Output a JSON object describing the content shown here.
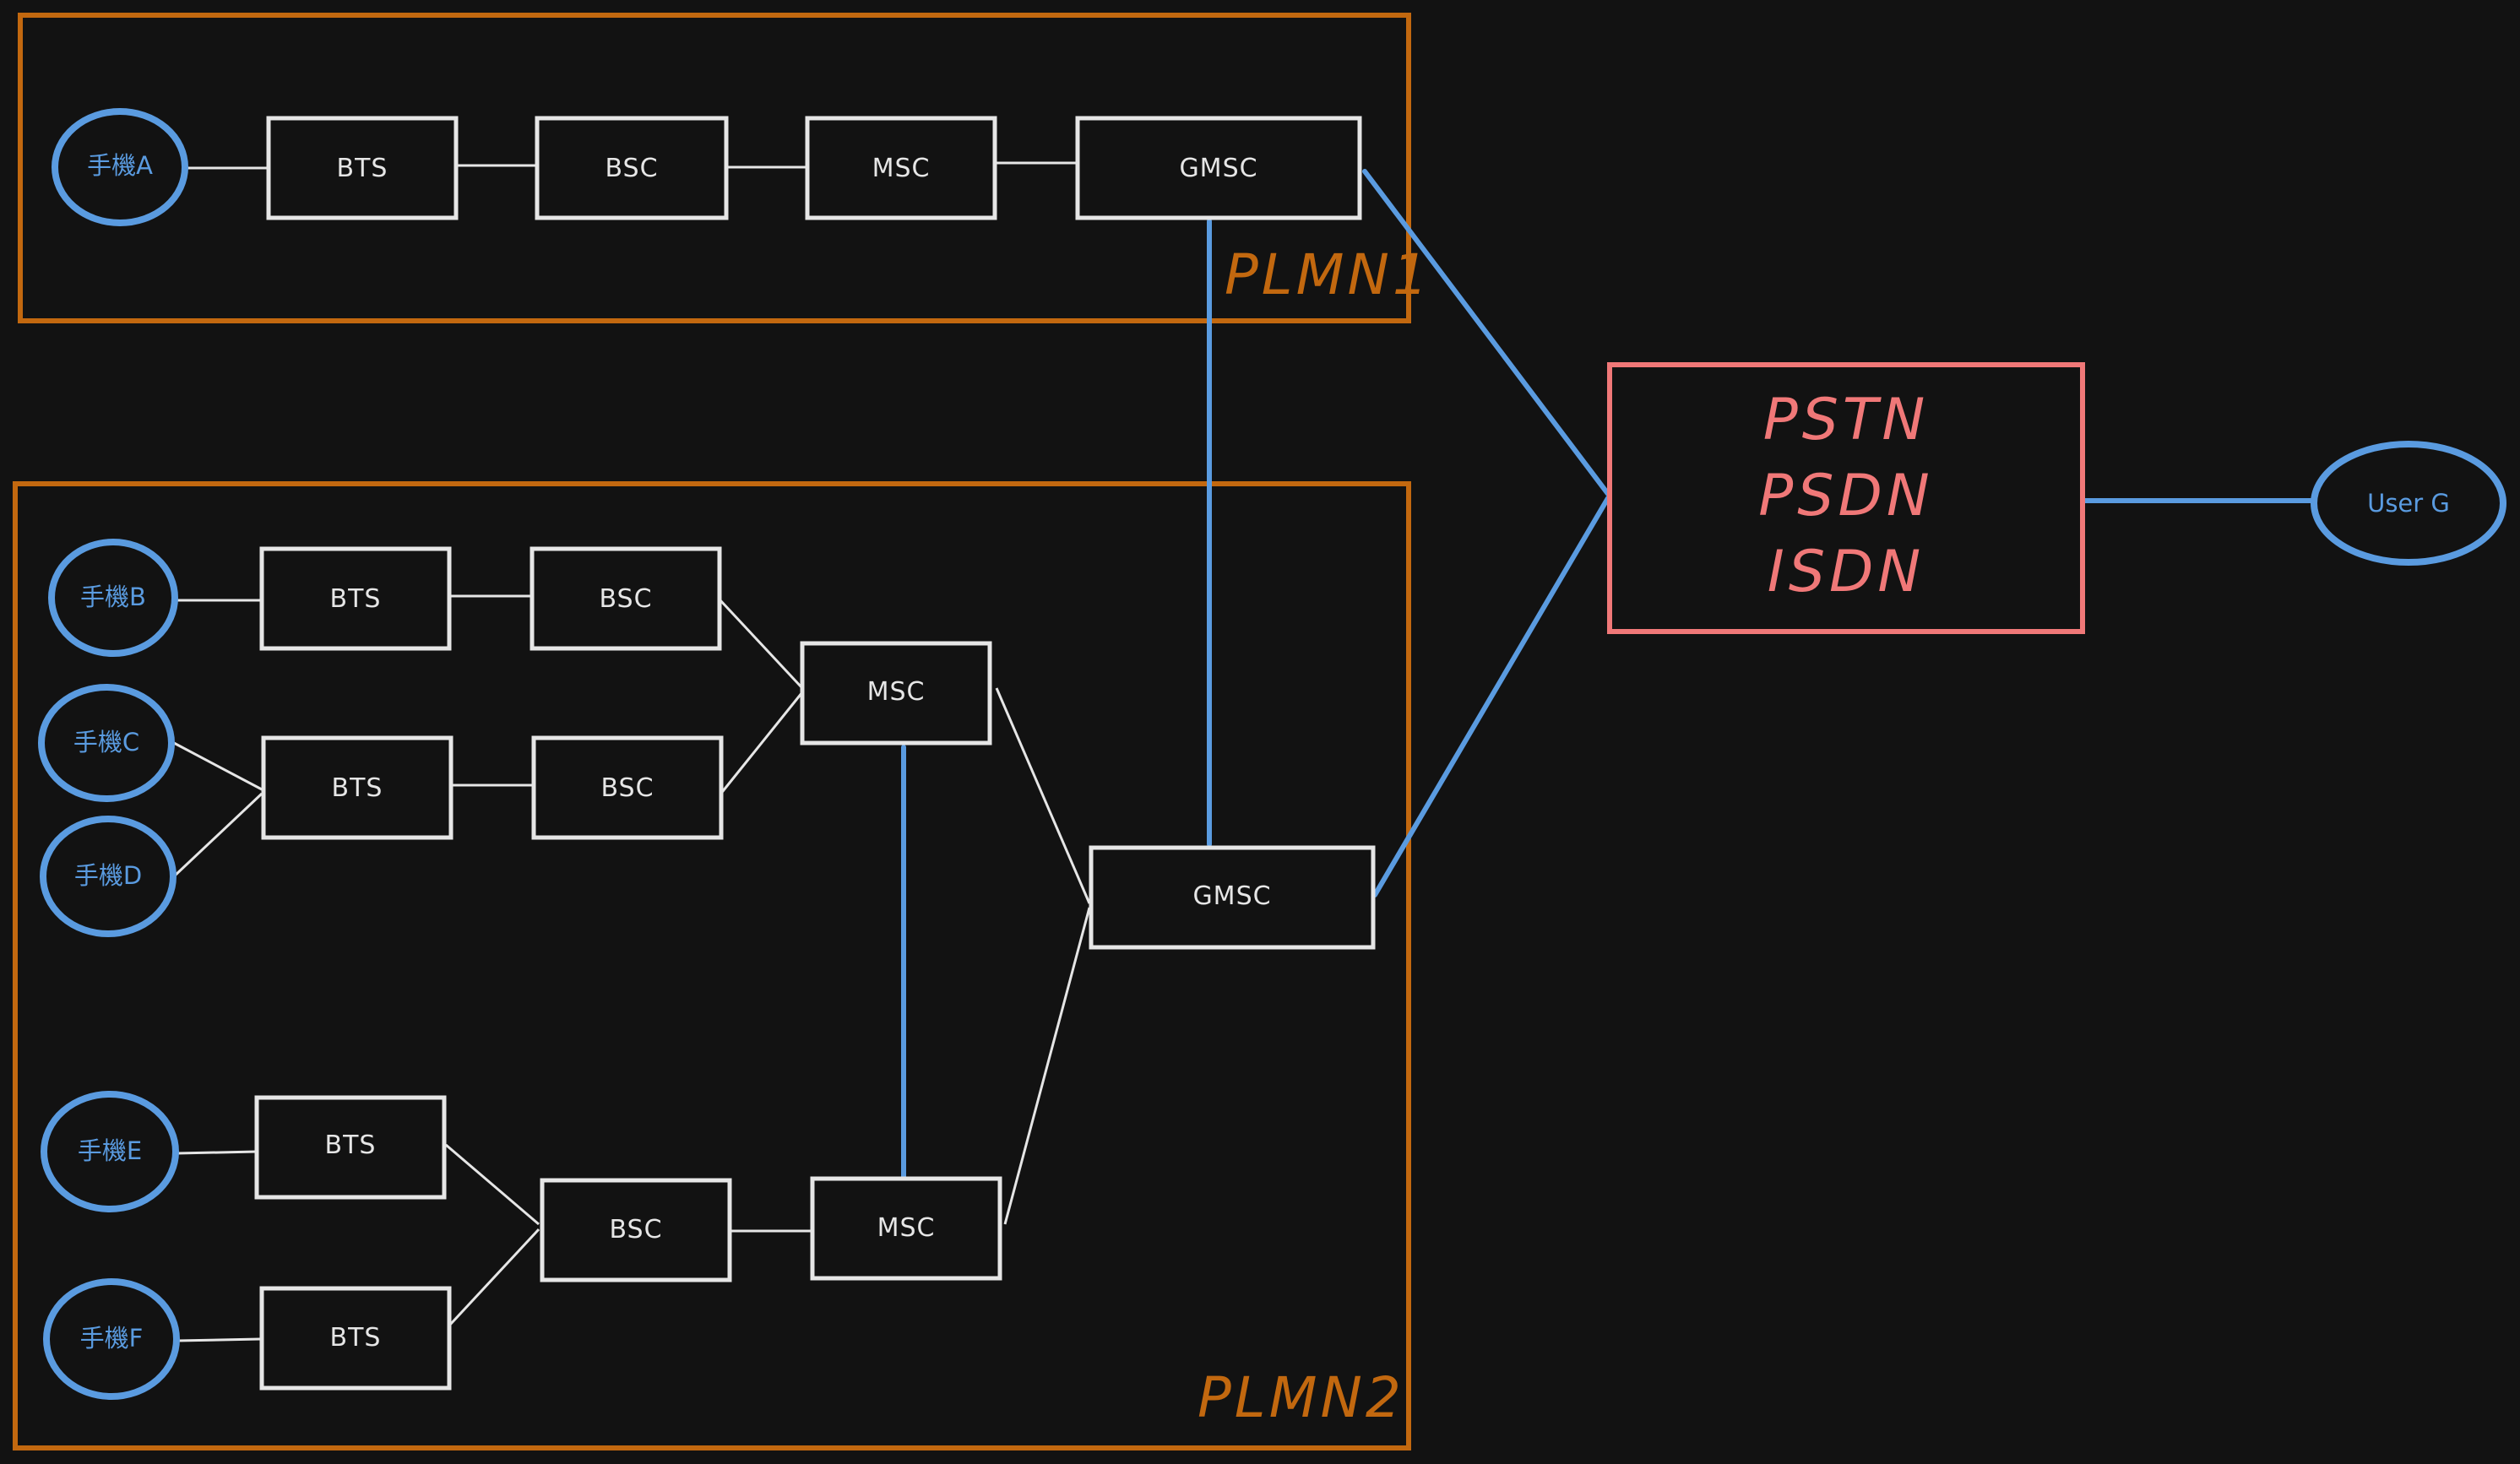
{
  "colors": {
    "background": "#121212",
    "plmn_frame": "#c2680f",
    "node_border": "#e6e6e6",
    "mobile": "#5a9be0",
    "pstn": "#f07878",
    "wire": "#e6e6e6",
    "trunk": "#5a9be0"
  },
  "regions": {
    "plmn1": "PLMN1",
    "plmn2": "PLMN2"
  },
  "pstn_block": {
    "line1": "PSTN",
    "line2": "PSDN",
    "line3": "ISDN"
  },
  "external_user": "User G",
  "plmn1": {
    "phone_a": "手機A",
    "bts": "BTS",
    "bsc": "BSC",
    "msc": "MSC",
    "gmsc": "GMSC"
  },
  "plmn2": {
    "phone_b": "手機B",
    "phone_c": "手機C",
    "phone_d": "手機D",
    "phone_e": "手機E",
    "phone_f": "手機F",
    "bts_b": "BTS",
    "bts_cd": "BTS",
    "bts_e": "BTS",
    "bts_f": "BTS",
    "bsc_upper_1": "BSC",
    "bsc_upper_2": "BSC",
    "bsc_lower": "BSC",
    "msc_upper": "MSC",
    "msc_lower": "MSC",
    "gmsc": "GMSC"
  }
}
